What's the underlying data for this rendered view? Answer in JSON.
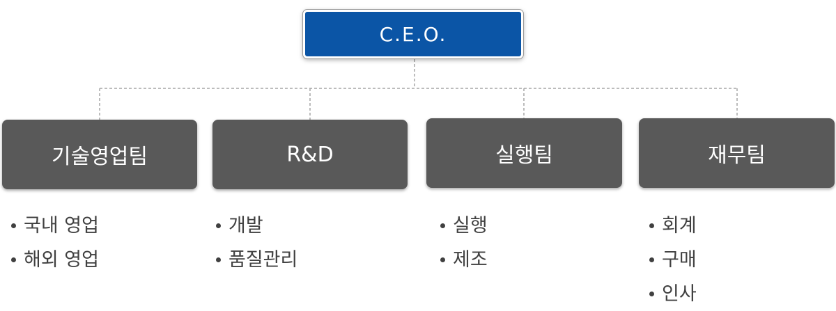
{
  "colors": {
    "ceo_fill": "#0b55a6",
    "team_fill": "#595959",
    "connector": "#a6a6a6",
    "list_text": "#404040"
  },
  "ceo": {
    "label": "C.E.O."
  },
  "teams": [
    {
      "label": "기술영업팀",
      "items": [
        "국내 영업",
        "해외 영업"
      ]
    },
    {
      "label": "R&D",
      "items": [
        "개발",
        "품질관리"
      ]
    },
    {
      "label": "실행팀",
      "items": [
        "실행",
        "제조"
      ]
    },
    {
      "label": "재무팀",
      "items": [
        "회계",
        "구매",
        "인사"
      ]
    }
  ]
}
